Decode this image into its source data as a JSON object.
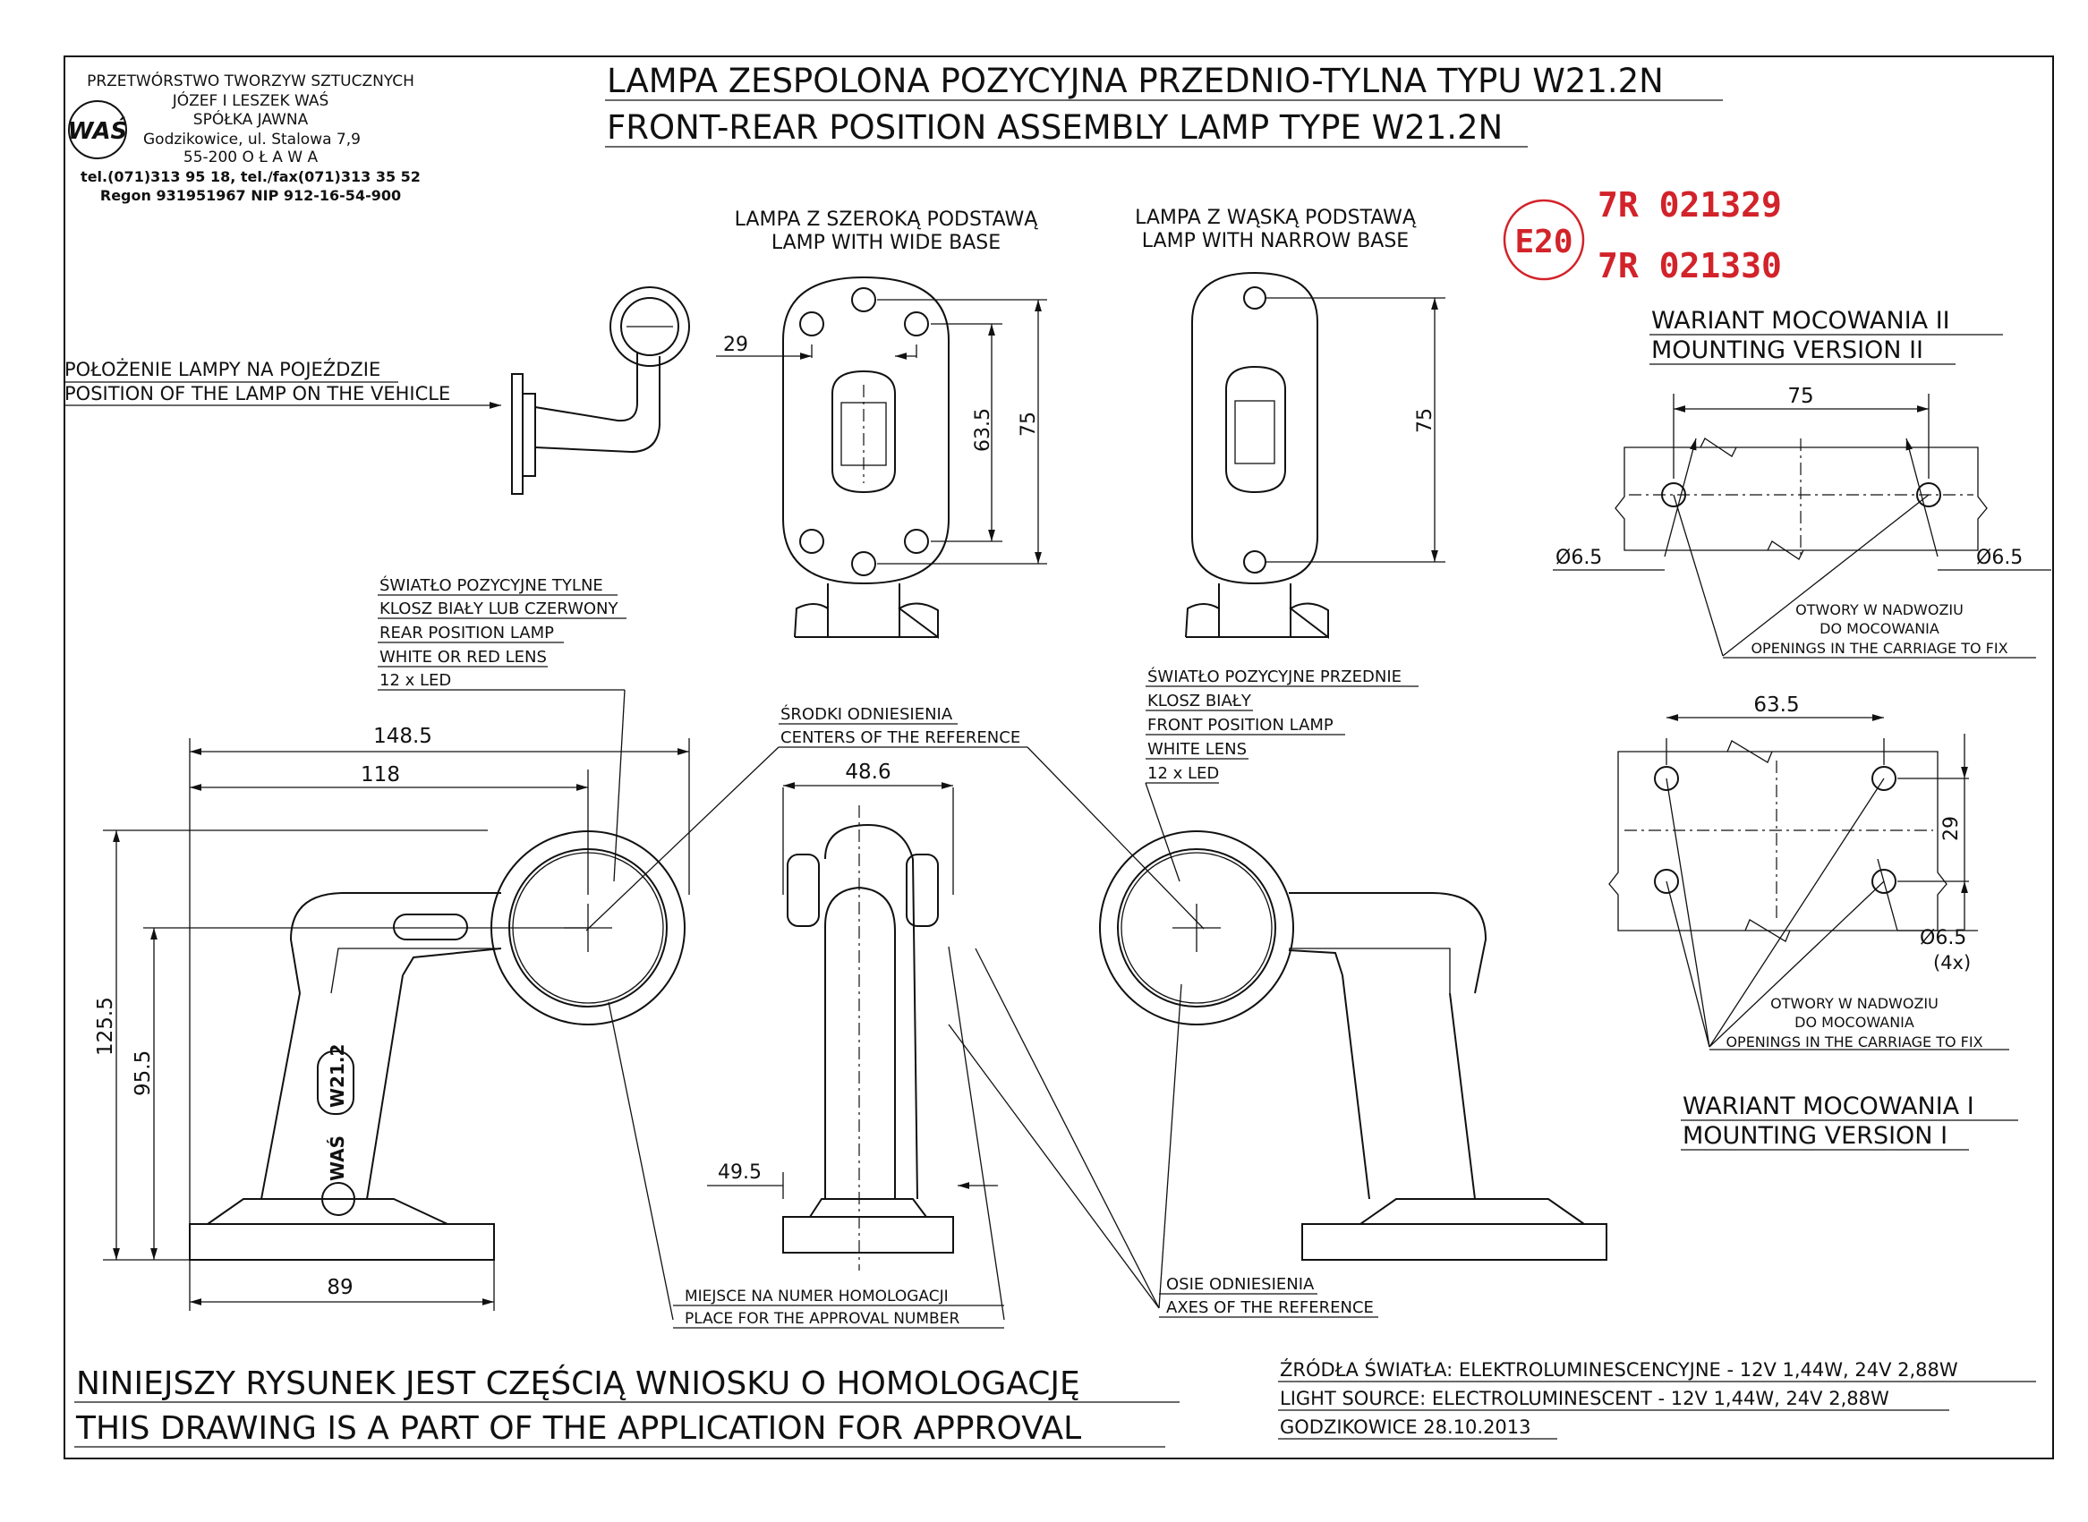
{
  "company": {
    "lines": [
      "PRZETWÓRSTWO TWORZYW SZTUCZNYCH",
      "JÓZEF I LESZEK WAŚ",
      "SPÓŁKA JAWNA",
      "Godzikowice, ul. Stalowa 7,9",
      "55-200  O Ł A W A",
      "tel.(071)313 95 18, tel./fax(071)313 35 52",
      "Regon 931951967 NIP 912-16-54-900"
    ],
    "logo_text": "WAŚ"
  },
  "title": {
    "pl": "LAMPA ZESPOLONA POZYCYJNA PRZEDNIO-TYLNA  TYPU W21.2N",
    "en": "FRONT-REAR POSITION ASSEMBLY LAMP  TYPE W21.2N"
  },
  "stamp": {
    "mark": "E20",
    "line1": "7R  021329",
    "line2": "7R  021330",
    "color": "#d2232a"
  },
  "position_label": {
    "pl": "POŁOŻENIE LAMPY NA POJEŹDZIE",
    "en": "POSITION OF THE LAMP ON THE VEHICLE"
  },
  "wide_base": {
    "pl": "LAMPA Z SZEROKĄ PODSTAWĄ",
    "en": "LAMP WITH WIDE BASE",
    "dim_29": "29",
    "dim_635": "63.5",
    "dim_75": "75"
  },
  "narrow_base": {
    "pl": "LAMPA Z WĄSKĄ PODSTAWĄ",
    "en": "LAMP WITH NARROW BASE",
    "dim_75": "75"
  },
  "mounting_2": {
    "pl": "WARIANT MOCOWANIA II",
    "en": "MOUNTING VERSION II",
    "dim_75": "75",
    "hole_left": "Ø6.5",
    "hole_right": "Ø6.5",
    "note": [
      "OTWORY W NADWOZIU",
      "DO MOCOWANIA",
      "OPENINGS IN THE CARRIAGE TO FIX"
    ]
  },
  "mounting_1": {
    "pl": "WARIANT MOCOWANIA I",
    "en": "MOUNTING VERSION I",
    "dim_635": "63.5",
    "dim_29": "29",
    "hole": "Ø6.5",
    "count": "(4x)",
    "note": [
      "OTWORY W NADWOZIU",
      "DO MOCOWANIA",
      "OPENINGS IN THE CARRIAGE TO FIX"
    ]
  },
  "rear_light": {
    "lines": [
      "ŚWIATŁO POZYCYJNE TYLNE",
      "KLOSZ BIAŁY LUB CZERWONY",
      "REAR POSITION LAMP",
      "WHITE OR RED LENS",
      "12 x LED"
    ]
  },
  "front_light": {
    "lines": [
      "ŚWIATŁO POZYCYJNE PRZEDNIE",
      "KLOSZ BIAŁY",
      "FRONT POSITION LAMP",
      "WHITE LENS",
      "12 x LED"
    ]
  },
  "reference_centers": {
    "pl": "ŚRODKI ODNIESIENIA",
    "en": "CENTERS OF THE REFERENCE"
  },
  "approval_place": {
    "pl": "MIEJSCE NA NUMER HOMOLOGACJI",
    "en": "PLACE FOR THE APPROVAL NUMBER"
  },
  "reference_axes": {
    "pl": "OSIE ODNIESIENIA",
    "en": "AXES OF THE REFERENCE"
  },
  "side_view": {
    "dim_1485": "148.5",
    "dim_118": "118",
    "dim_1255": "125.5",
    "dim_955": "95.5",
    "dim_89": "89",
    "body_brand": "WAŚ",
    "body_model": "W21.2"
  },
  "front_view": {
    "dim_486": "48.6",
    "dim_495": "49.5"
  },
  "footer": {
    "pl": "NINIEJSZY RYSUNEK JEST CZĘŚCIĄ WNIOSKU O  HOMOLOGACJĘ",
    "en": "THIS DRAWING IS A PART OF THE APPLICATION FOR  APPROVAL",
    "light_pl": "ŹRÓDŁA ŚWIATŁA: ELEKTROLUMINESCENCYJNE - 12V 1,44W, 24V 2,88W",
    "light_en": "LIGHT SOURCE: ELECTROLUMINESCENT - 12V 1,44W, 24V 2,88W",
    "date": "GODZIKOWICE 28.10.2013"
  }
}
